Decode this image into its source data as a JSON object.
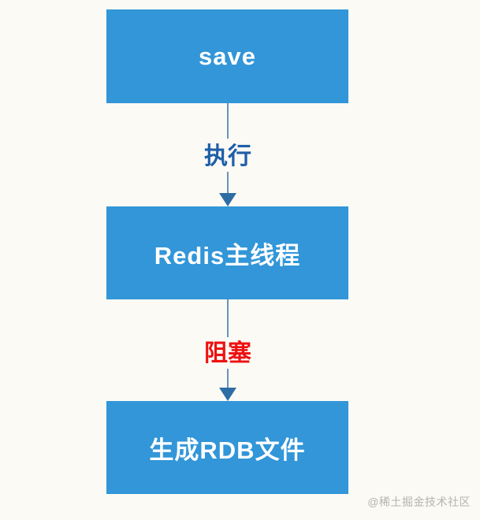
{
  "diagram": {
    "title": "Redis save command flow",
    "type": "flowchart",
    "direction": "top-down",
    "nodes": [
      {
        "id": "save",
        "label": "save"
      },
      {
        "id": "redis-main-thread",
        "label": "Redis主线程"
      },
      {
        "id": "generate-rdb-file",
        "label": "生成RDB文件"
      }
    ],
    "edges": [
      {
        "from": "save",
        "to": "redis-main-thread",
        "label": "执行",
        "label_color": "#1f5fa8"
      },
      {
        "from": "redis-main-thread",
        "to": "generate-rdb-file",
        "label": "阻塞",
        "label_color": "#ee1111"
      }
    ],
    "colors": {
      "node_fill": "#3296d8",
      "node_text": "#ffffff",
      "connector_line": "#6a92bb",
      "arrowhead": "#2e6da4",
      "background": "#fbfaf5"
    }
  },
  "watermark": {
    "text": "@稀土掘金技术社区",
    "color": "#b5b3ae"
  }
}
